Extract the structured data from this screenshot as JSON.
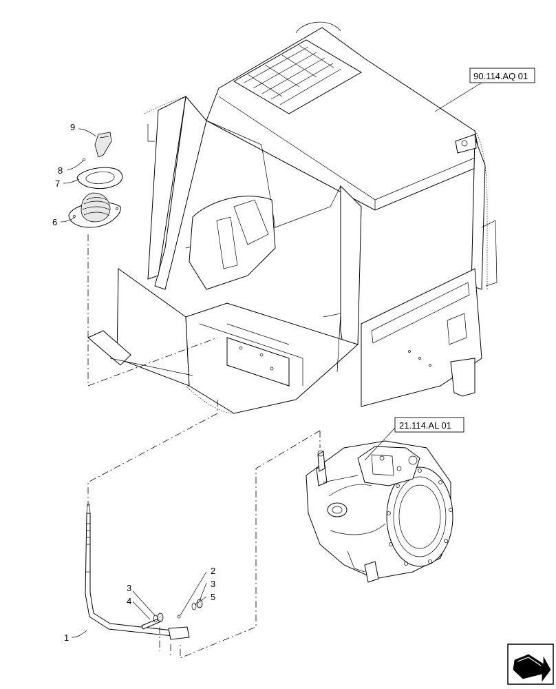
{
  "references": {
    "cab": "90.114.AQ 01",
    "transmission": "21.114.AL 01"
  },
  "callouts": {
    "c1": "1",
    "c2": "2",
    "c3a": "3",
    "c3b": "3",
    "c4": "4",
    "c5": "5",
    "c6": "6",
    "c7": "7",
    "c8": "8",
    "c9": "9"
  },
  "icons": {
    "nav": "next-page-arrow-icon"
  }
}
